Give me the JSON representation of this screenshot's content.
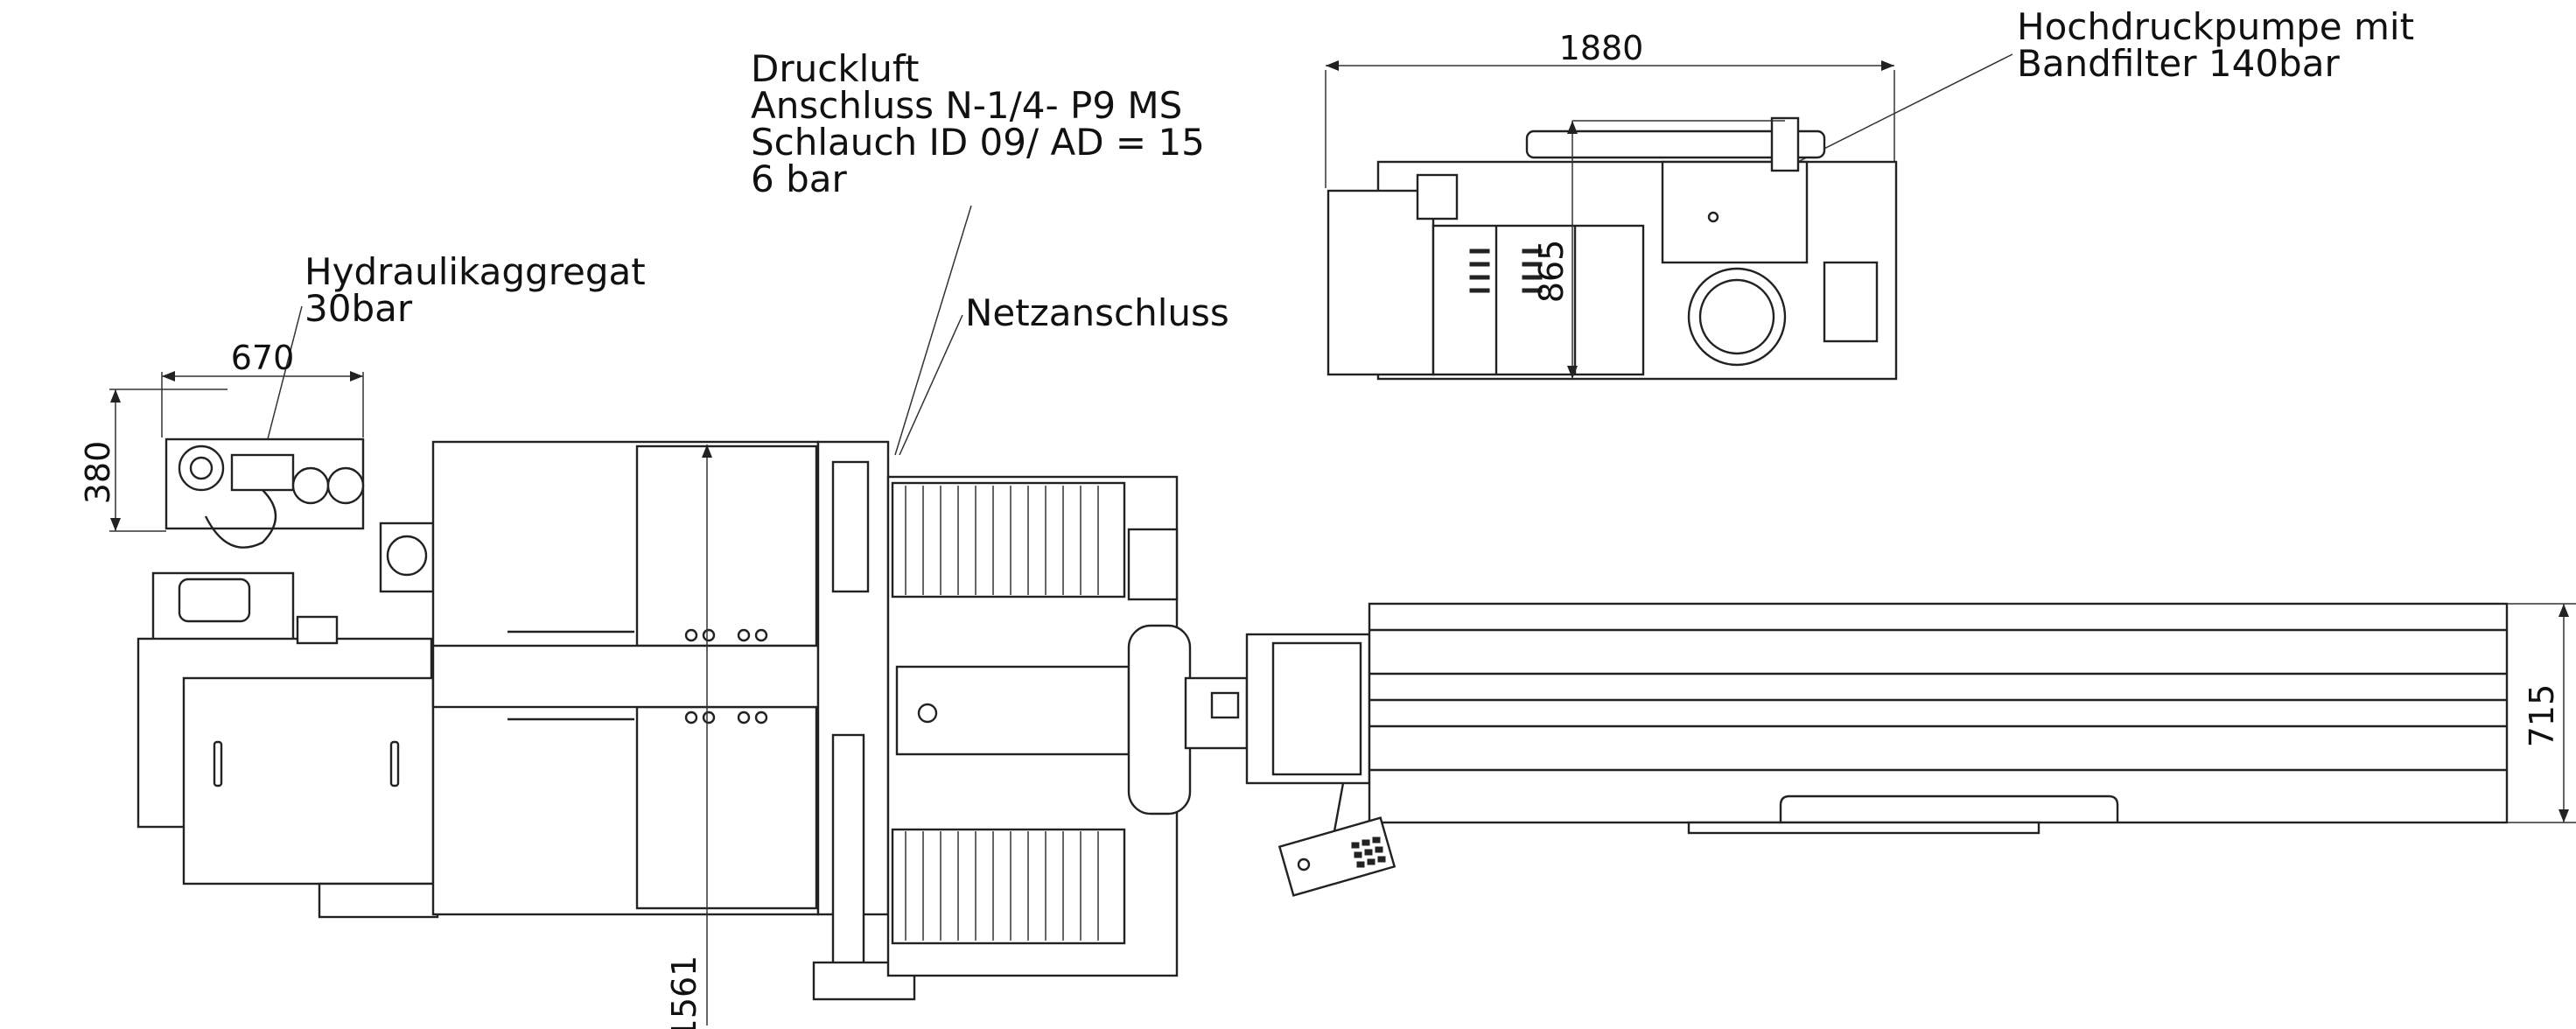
{
  "callouts": {
    "druckluft": [
      "Druckluft",
      "Anschluss N-1/4- P9 MS",
      "Schlauch ID 09/ AD = 15",
      "6 bar"
    ],
    "hydraulik": [
      "Hydraulikaggregat",
      "30bar"
    ],
    "netz": "Netzanschluss",
    "pumpe": [
      "Hochdruckpumpe mit",
      "Bandfilter 140bar"
    ]
  },
  "dimensions": {
    "pump_width": "1880",
    "pump_depth": "865",
    "hydraulic_width": "670",
    "hydraulic_depth": "380",
    "conveyor_width": "715",
    "machine_depth": "1561"
  }
}
